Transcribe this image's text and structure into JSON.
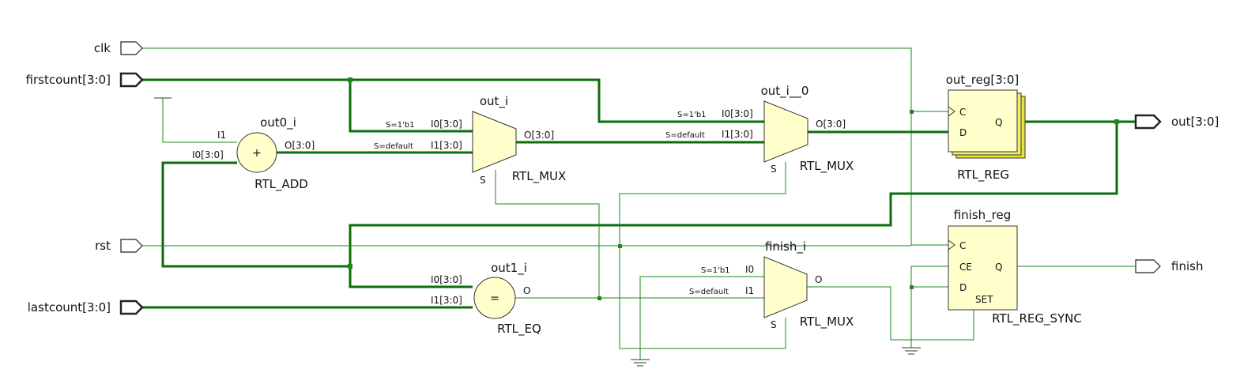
{
  "ports": {
    "clk": "clk",
    "firstcount": "firstcount[3:0]",
    "rst": "rst",
    "lastcount": "lastcount[3:0]",
    "out": "out[3:0]",
    "finish": "finish"
  },
  "cells": {
    "adder": {
      "name": "out0_i",
      "type": "RTL_ADD",
      "symbol": "+",
      "pin_i1": "I1",
      "pin_i0": "I0[3:0]",
      "pin_o": "O[3:0]"
    },
    "mux1": {
      "name": "out_i",
      "type": "RTL_MUX",
      "pin_i0": "I0[3:0]",
      "pin_i1": "I1[3:0]",
      "pin_o": "O[3:0]",
      "pin_s": "S",
      "sel_i0": "S=1'b1",
      "sel_i1": "S=default"
    },
    "mux2": {
      "name": "out_i__0",
      "type": "RTL_MUX",
      "pin_i0": "I0[3:0]",
      "pin_i1": "I1[3:0]",
      "pin_o": "O[3:0]",
      "pin_s": "S",
      "sel_i0": "S=1'b1",
      "sel_i1": "S=default"
    },
    "reg": {
      "name": "out_reg[3:0]",
      "type": "RTL_REG",
      "pin_c": "C",
      "pin_d": "D",
      "pin_q": "Q"
    },
    "eq": {
      "name": "out1_i",
      "type": "RTL_EQ",
      "symbol": "=",
      "pin_i0": "I0[3:0]",
      "pin_i1": "I1[3:0]",
      "pin_o": "O"
    },
    "mux3": {
      "name": "finish_i",
      "type": "RTL_MUX",
      "pin_i0": "I0",
      "pin_i1": "I1",
      "pin_o": "O",
      "pin_s": "S",
      "sel_i0": "S=1'b1",
      "sel_i1": "S=default"
    },
    "freg": {
      "name": "finish_reg",
      "type": "RTL_REG_SYNC",
      "pin_c": "C",
      "pin_ce": "CE",
      "pin_d": "D",
      "pin_q": "Q",
      "pin_set": "SET"
    }
  },
  "colors": {
    "wire": "#1a8a1a",
    "bus": "#0b6e0b",
    "cell_fill": "#ffffcc",
    "reg_shadow": "#e8e23c"
  }
}
